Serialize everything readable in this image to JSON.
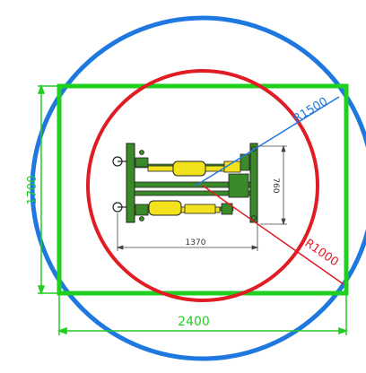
{
  "dimensions": {
    "width_label": "2400",
    "height_label": "1700",
    "inner_width_label": "1370",
    "inner_height_label": "760",
    "outer_radius_label": "R1500",
    "inner_radius_label": "R1000"
  },
  "colors": {
    "outer_circle": "#1f78e0",
    "inner_circle": "#e01c24",
    "rectangle": "#1fd01f",
    "dimension_green": "#22cc22",
    "machine_frame": "#3a8a2a",
    "cylinder": "#f2e21e",
    "outline": "#222222"
  }
}
